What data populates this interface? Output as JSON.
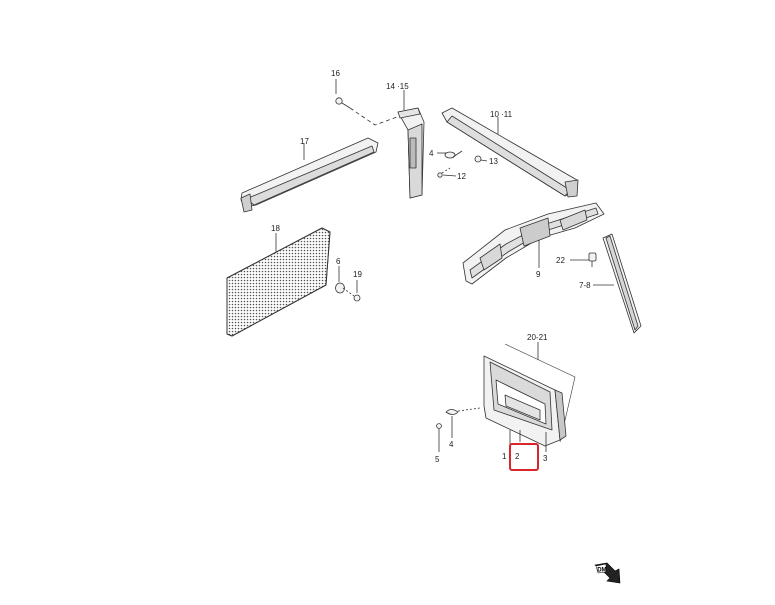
{
  "diagram": {
    "labels": {
      "l16": "16",
      "l14_15": "14 ·15",
      "l10_11": "10 ·11",
      "l17": "17",
      "l4a": "4",
      "l13": "13",
      "l12": "12",
      "l18": "18",
      "l6": "6",
      "l19": "19",
      "l22": "22",
      "l9": "9",
      "l7_8": "7-8",
      "l20_21": "20-21",
      "l1": "1",
      "l2": "2",
      "l3": "3",
      "l4b": "4",
      "l5": "5"
    },
    "highlighted_part": "2",
    "logo_text": "DM",
    "colors": {
      "line": "#333333",
      "highlight": "#d9262c",
      "part_fill": "#f2f2f2",
      "part_shade": "#cfcfcf"
    }
  }
}
